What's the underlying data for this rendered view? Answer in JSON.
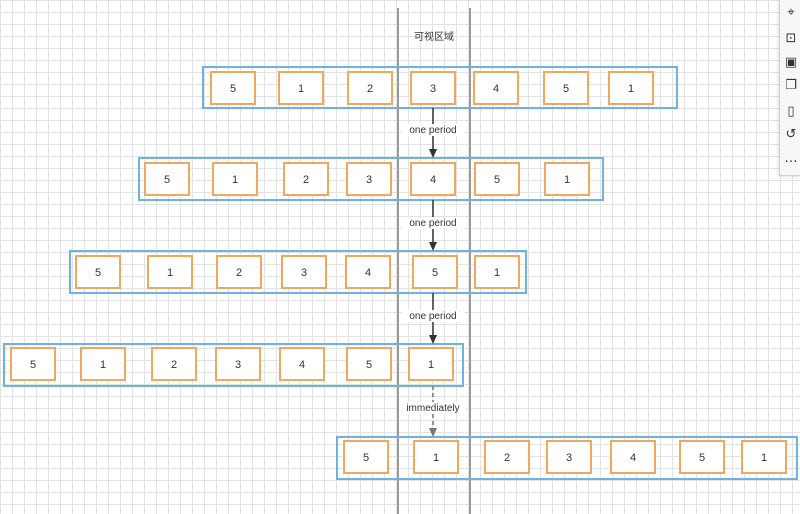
{
  "viewport_label": "可视区域",
  "rows": [
    {
      "items": [
        "5",
        "1",
        "2",
        "3",
        "4",
        "5",
        "1"
      ]
    },
    {
      "items": [
        "5",
        "1",
        "2",
        "3",
        "4",
        "5",
        "1"
      ]
    },
    {
      "items": [
        "5",
        "1",
        "2",
        "3",
        "4",
        "5",
        "1"
      ]
    },
    {
      "items": [
        "5",
        "1",
        "2",
        "3",
        "4",
        "5",
        "1"
      ]
    },
    {
      "items": [
        "5",
        "1",
        "2",
        "3",
        "4",
        "5",
        "1"
      ]
    }
  ],
  "transitions": [
    {
      "label": "one period",
      "style": "solid"
    },
    {
      "label": "one period",
      "style": "solid"
    },
    {
      "label": "one period",
      "style": "solid"
    },
    {
      "label": "immediately",
      "style": "dashed"
    }
  ],
  "toolbar": {
    "tools": [
      {
        "icon": "navigate-icon",
        "glyph": "⌖"
      },
      {
        "icon": "format-icon",
        "glyph": "⊡"
      },
      {
        "icon": "calendar-icon",
        "glyph": "▣"
      },
      {
        "icon": "pages-icon",
        "glyph": "❐"
      },
      {
        "icon": "document-icon",
        "glyph": "▯"
      },
      {
        "icon": "history-icon",
        "glyph": "↺"
      },
      {
        "icon": "comment-icon",
        "glyph": "…"
      }
    ]
  },
  "colors": {
    "item_border": "#f0a860",
    "row_border": "#6fb1e0",
    "viewport_line": "#9a9a9a",
    "arrow": "#333333"
  }
}
